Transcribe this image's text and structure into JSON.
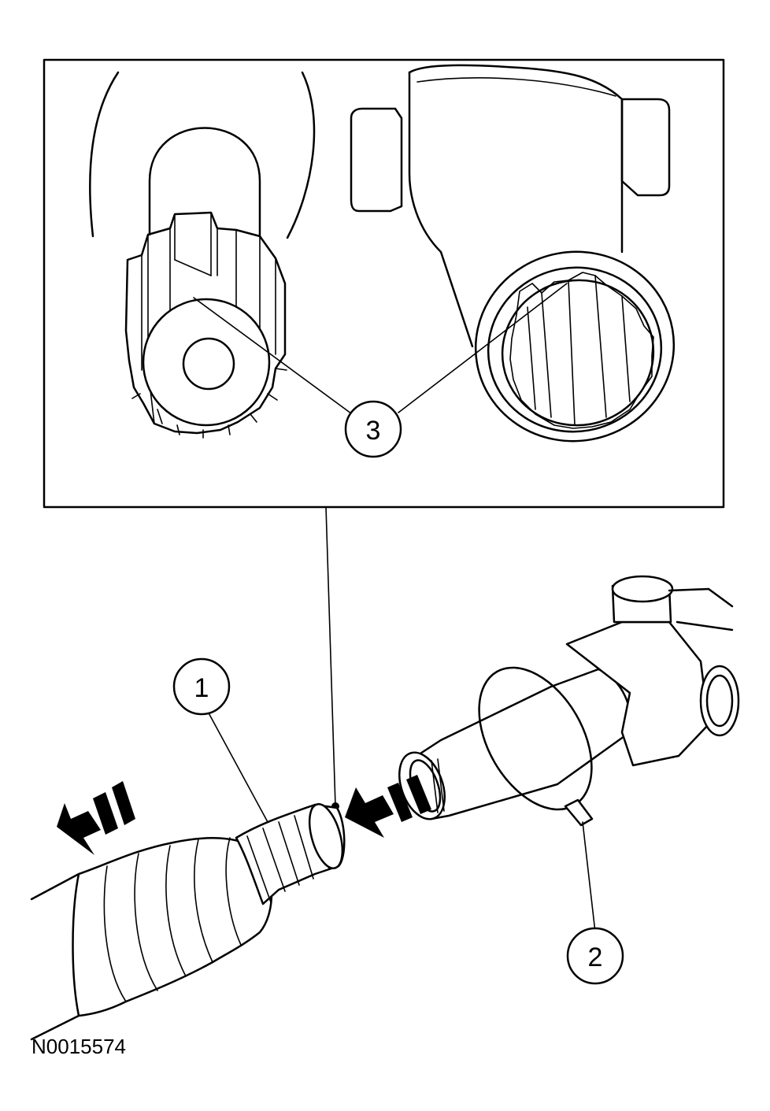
{
  "figure": {
    "figure_id": "N0015574",
    "callouts": [
      {
        "id": "1",
        "label": "1"
      },
      {
        "id": "2",
        "label": "2"
      },
      {
        "id": "3",
        "label": "3"
      }
    ]
  }
}
